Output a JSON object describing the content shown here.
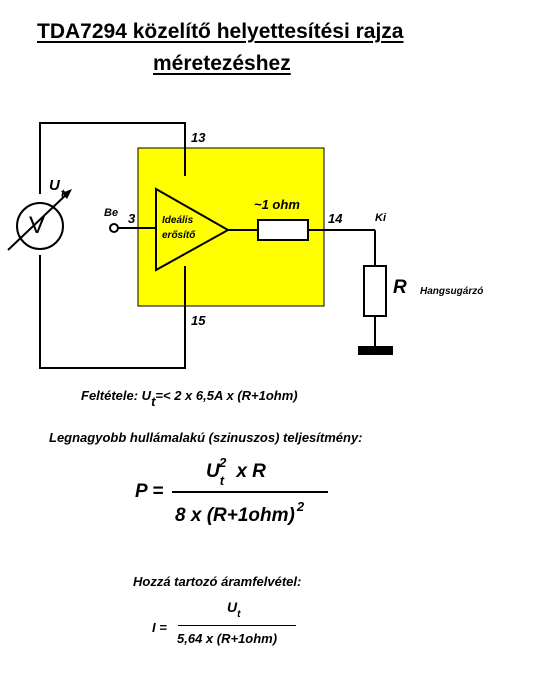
{
  "title": {
    "line1": "TDA7294 közelítő helyettesítési rajza",
    "line2": "méretezéshez"
  },
  "circuit": {
    "pin_top": "13",
    "pin_bottom": "15",
    "pin_in": "3",
    "pin_out": "14",
    "be_label": "Be",
    "ki_label": "Ki",
    "amp_label_1": "Ideális",
    "amp_label_2": "erősítő",
    "resistor_label": "~1 ohm",
    "load_label": "R",
    "load_name": "Hangsugárzó",
    "meter_symbol": "V",
    "voltage_label": "U",
    "voltage_sub": "t",
    "block_color": "#ffff00"
  },
  "condition": {
    "prefix": "Feltétele: U",
    "sub": "t",
    "suffix": "=< 2 x 6,5A x (R+1ohm)"
  },
  "power": {
    "heading": "Legnagyobb hullámalakú (szinuszos) teljesítmény:",
    "lhs": "P =",
    "num_main": "U",
    "num_sub": "t",
    "num_sup": "2",
    "num_rest": "x R",
    "den": "8 x (R+1ohm)",
    "den_sup": "2"
  },
  "current": {
    "heading": "Hozzá tartozó áramfelvétel:",
    "lhs": "I =",
    "num_main": "U",
    "num_sub": "t",
    "den": "5,64 x (R+1ohm)"
  }
}
